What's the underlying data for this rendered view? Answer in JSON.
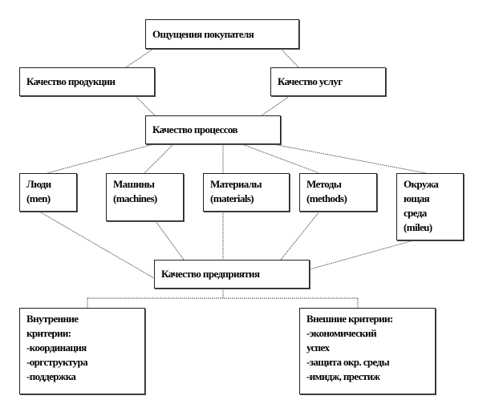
{
  "nodes": {
    "perception": "Ощущения  покупателя",
    "product_quality": "Качество продукции",
    "service_quality": "Качество услуг",
    "process_quality": "Качество процессов",
    "men": [
      "Люди",
      "(men)"
    ],
    "machines": [
      "Машины",
      "(machines)"
    ],
    "materials": [
      "Материалы",
      "(materials)"
    ],
    "methods": [
      "Методы",
      "(methods)"
    ],
    "milieu": [
      "Окружа",
      "ющая",
      "среда",
      "(mileu)"
    ],
    "enterprise_quality": "Качество предприятия",
    "internal_criteria": [
      "Внутренние",
      "критерии:",
      "-координация",
      "-оргструктура",
      "-поддержка"
    ],
    "external_criteria": [
      "Внешние критерии:",
      "-экономический",
      "успех",
      "-защита окр. среды",
      "-имидж, престиж"
    ]
  }
}
